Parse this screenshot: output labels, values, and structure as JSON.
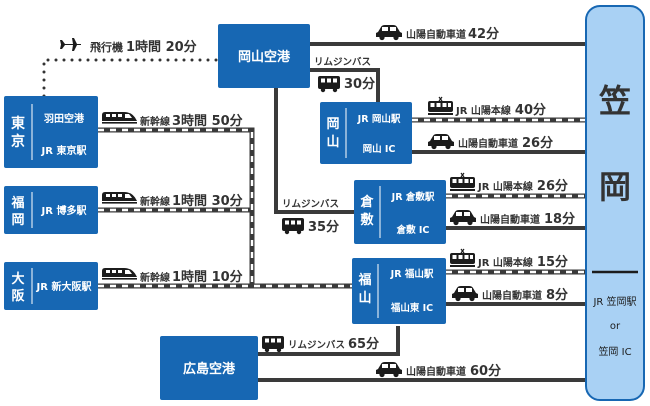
{
  "destination": {
    "name_char1": "笠",
    "name_char2": "岡",
    "station": "JR 笠岡駅",
    "or": "or",
    "ic": "笠岡 IC"
  },
  "origins": {
    "tokyo": {
      "name_char1": "東",
      "name_char2": "京",
      "sub1": "羽田空港",
      "sub2": "JR 東京駅"
    },
    "fukuoka": {
      "name_char1": "福",
      "name_char2": "岡",
      "sub": "JR 博多駅"
    },
    "osaka": {
      "name_char1": "大",
      "name_char2": "阪",
      "sub": "JR 新大阪駅"
    },
    "okayama_airport": {
      "name": "岡山空港"
    },
    "hiroshima_airport": {
      "name": "広島空港"
    }
  },
  "hubs": {
    "okayama": {
      "name_char1": "岡",
      "name_char2": "山",
      "station": "JR 岡山駅",
      "ic": "岡山 IC"
    },
    "kurashiki": {
      "name_char1": "倉",
      "name_char2": "敷",
      "station": "JR 倉敷駅",
      "ic": "倉敷 IC"
    },
    "fukuyama": {
      "name_char1": "福",
      "name_char2": "山",
      "station": "JR 福山駅",
      "ic": "福山東 IC"
    }
  },
  "routes": {
    "flight": {
      "mode": "飛行機",
      "time": "1時間 20分"
    },
    "shinkansen_tokyo": {
      "mode": "新幹線",
      "time": "3時間 50分"
    },
    "shinkansen_fukuoka": {
      "mode": "新幹線",
      "time": "1時間 30分"
    },
    "shinkansen_osaka": {
      "mode": "新幹線",
      "time": "1時間 10分"
    },
    "airport_expressway": {
      "mode": "山陽自動車道",
      "time": "42分"
    },
    "bus_okayama": {
      "mode": "リムジンバス",
      "time": "30分"
    },
    "bus_kurashiki": {
      "mode": "リムジンバス",
      "time": "35分"
    },
    "bus_hiroshima": {
      "mode": "リムジンバス",
      "time": "65分"
    },
    "okayama_rail": {
      "mode": "JR 山陽本線",
      "time": "40分"
    },
    "okayama_road": {
      "mode": "山陽自動車道",
      "time": "26分"
    },
    "kurashiki_rail": {
      "mode": "JR 山陽本線",
      "time": "26分"
    },
    "kurashiki_road": {
      "mode": "山陽自動車道",
      "time": "18分"
    },
    "fukuyama_rail": {
      "mode": "JR 山陽本線",
      "time": "15分"
    },
    "fukuyama_road": {
      "mode": "山陽自動車道",
      "time": "8分"
    },
    "hiroshima_road": {
      "mode": "山陽自動車道",
      "time": "60分"
    }
  },
  "icons": {
    "plane": "airplane-icon",
    "shinkansen": "shinkansen-icon",
    "bus": "bus-icon",
    "train": "train-icon",
    "car": "car-icon"
  },
  "colors": {
    "box": "#1767b3",
    "destination_fill": "#a9d1f4",
    "line": "#3a3a3a"
  }
}
